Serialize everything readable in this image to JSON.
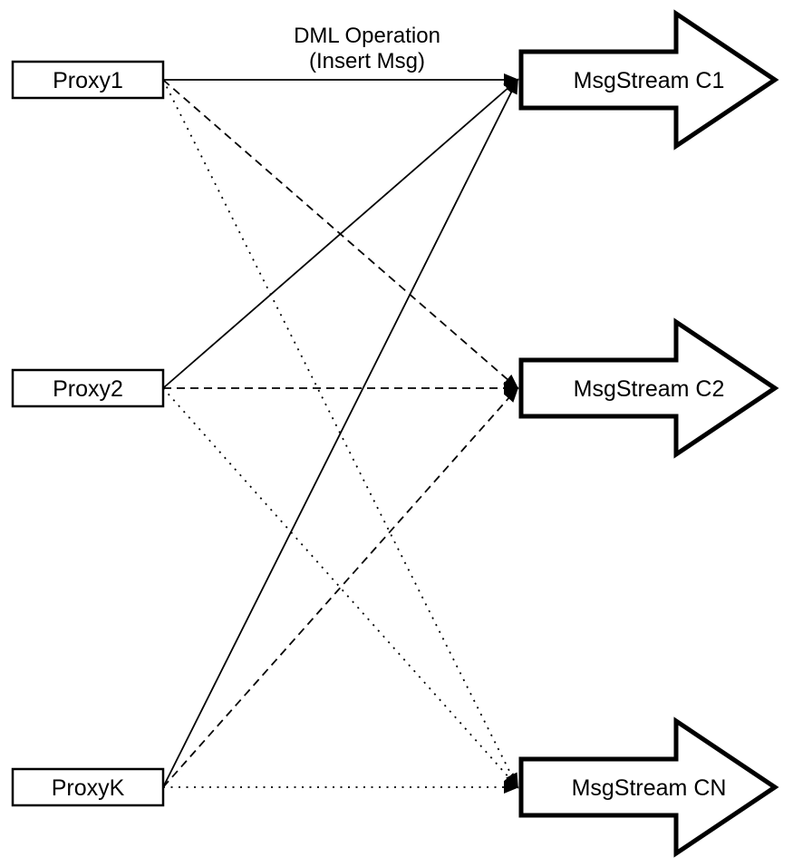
{
  "diagram": {
    "title": {
      "line1": "DML Operation",
      "line2": "(Insert Msg)"
    },
    "proxies": [
      {
        "label": "Proxy1"
      },
      {
        "label": "Proxy2"
      },
      {
        "label": "ProxyK"
      }
    ],
    "streams": [
      {
        "label": "MsgStream C1",
        "incoming_line_style": "solid"
      },
      {
        "label": "MsgStream C2",
        "incoming_line_style": "dashed"
      },
      {
        "label": "MsgStream CN",
        "incoming_line_style": "dotted"
      }
    ],
    "edges": [
      {
        "from": "Proxy1",
        "to": "MsgStream C1",
        "style": "solid"
      },
      {
        "from": "Proxy1",
        "to": "MsgStream C2",
        "style": "dashed"
      },
      {
        "from": "Proxy1",
        "to": "MsgStream CN",
        "style": "dotted"
      },
      {
        "from": "Proxy2",
        "to": "MsgStream C1",
        "style": "solid"
      },
      {
        "from": "Proxy2",
        "to": "MsgStream C2",
        "style": "dashed"
      },
      {
        "from": "Proxy2",
        "to": "MsgStream CN",
        "style": "dotted"
      },
      {
        "from": "ProxyK",
        "to": "MsgStream C1",
        "style": "solid"
      },
      {
        "from": "ProxyK",
        "to": "MsgStream C2",
        "style": "dashed"
      },
      {
        "from": "ProxyK",
        "to": "MsgStream CN",
        "style": "dotted"
      }
    ],
    "colors": {
      "stroke": "#000000",
      "fill": "#ffffff",
      "background": "#ffffff"
    }
  }
}
